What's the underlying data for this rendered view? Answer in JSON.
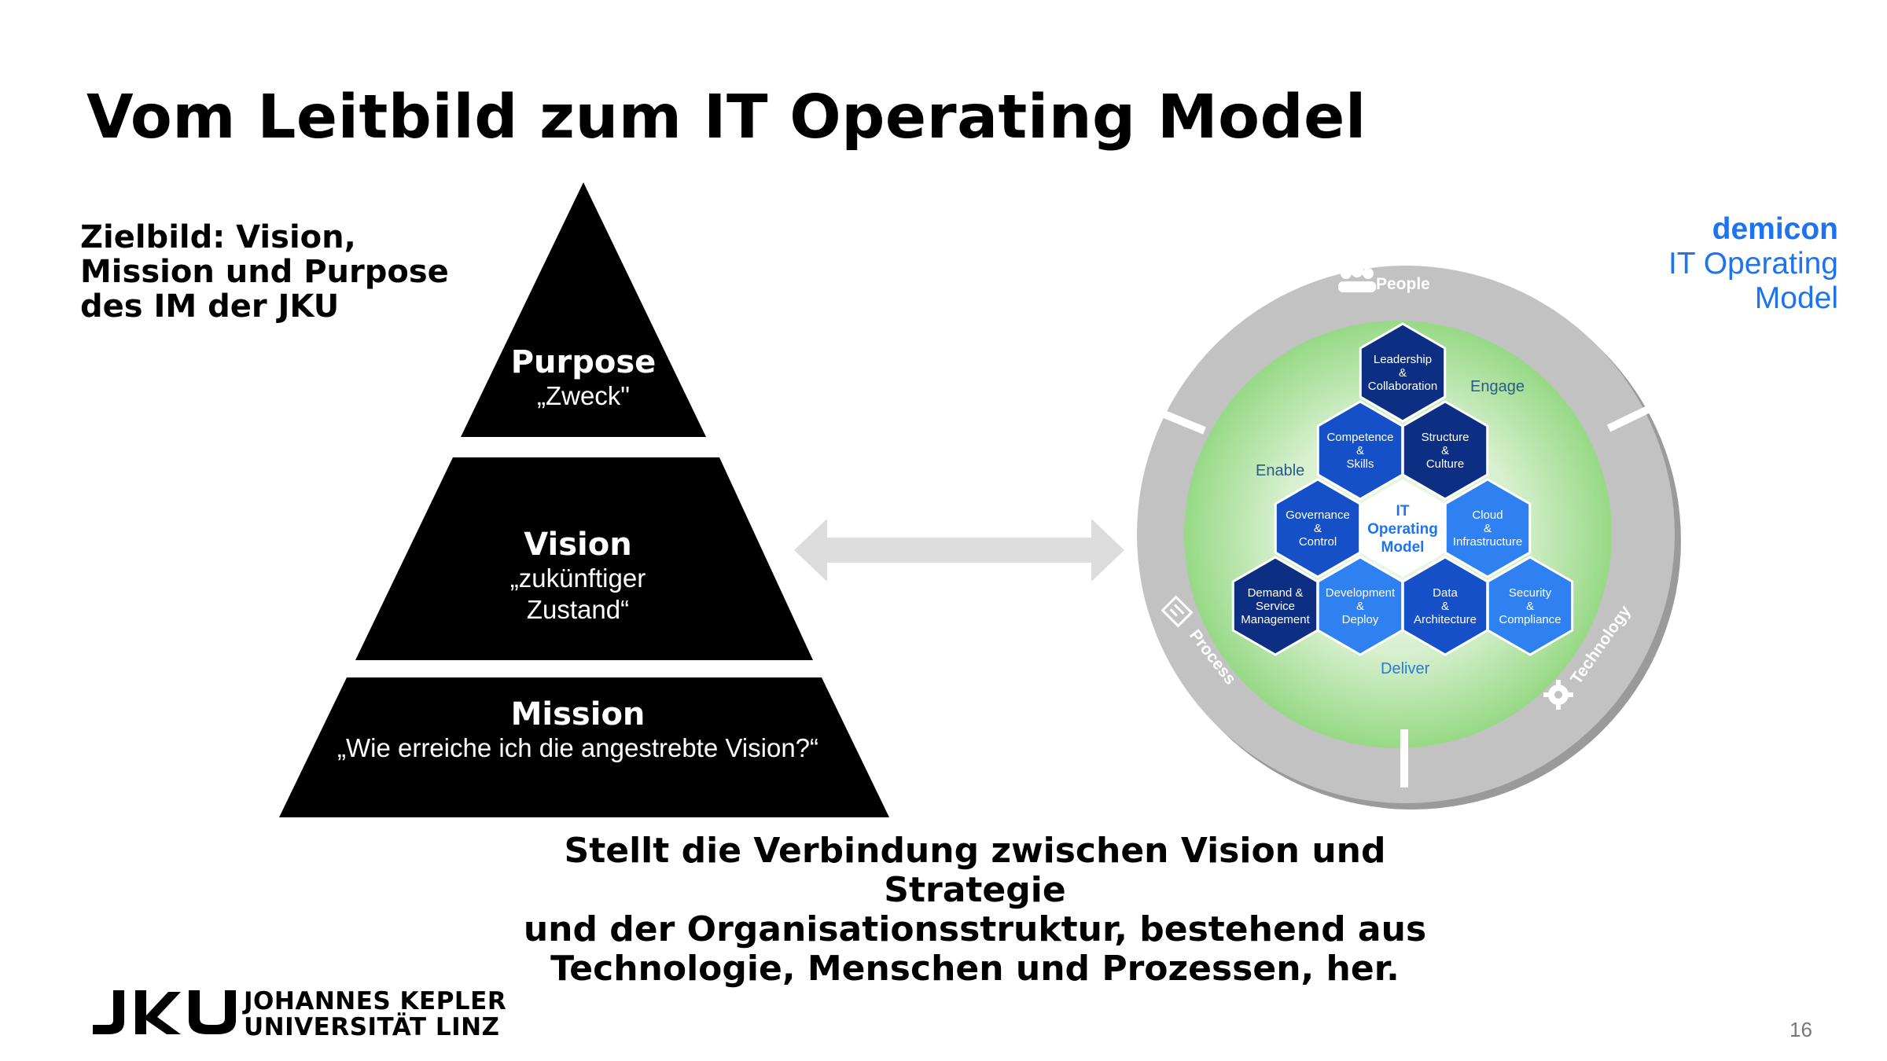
{
  "slide": {
    "title": "Vom Leitbild zum IT Operating Model",
    "page_number": "16"
  },
  "zielbild": {
    "lines": [
      "Zielbild: Vision,",
      "Mission und Purpose",
      "des IM der JKU"
    ]
  },
  "pyramid": {
    "purpose": {
      "heading": "Purpose",
      "sub": "„Zweck\""
    },
    "vision": {
      "heading": "Vision",
      "sub1": "„zukünftiger",
      "sub2": "Zustand“"
    },
    "mission": {
      "heading": "Mission",
      "sub": "„Wie erreiche ich die angestrebte Vision?“"
    }
  },
  "demicon": {
    "brand": "demicon",
    "line2": "IT Operating",
    "line3": "Model"
  },
  "model": {
    "ring": {
      "people": "People",
      "process": "Process",
      "technology": "Technology"
    },
    "zones": {
      "engage": "Engage",
      "enable": "Enable",
      "deliver": "Deliver"
    },
    "center": [
      "IT",
      "Operating",
      "Model"
    ],
    "hexagons": {
      "leadership": [
        "Leadership",
        "&",
        "Collaboration"
      ],
      "competence": [
        "Competence",
        "&",
        "Skills"
      ],
      "structure": [
        "Structure",
        "&",
        "Culture"
      ],
      "governance": [
        "Governance",
        "&",
        "Control"
      ],
      "cloud": [
        "Cloud",
        "&",
        "Infrastructure"
      ],
      "demand": [
        "Demand &",
        "Service",
        "Management"
      ],
      "development": [
        "Development",
        "&",
        "Deploy"
      ],
      "data": [
        "Data",
        "&",
        "Architecture"
      ],
      "security": [
        "Security",
        "&",
        "Compliance"
      ]
    },
    "colors": {
      "dark": "#0d2f83",
      "mid": "#1550c8",
      "light": "#2f80f0",
      "ring": "#c2c2c2",
      "green": "#9fdc8f"
    }
  },
  "statement": {
    "lines": [
      "Stellt die Verbindung zwischen Vision und Strategie",
      "und der Organisationsstruktur, bestehend aus",
      "Technologie, Menschen und Prozessen, her."
    ]
  },
  "logo": {
    "wordmark": "JKU",
    "line1": "JOHANNES KEPLER",
    "line2": "UNIVERSITÄT LINZ"
  }
}
